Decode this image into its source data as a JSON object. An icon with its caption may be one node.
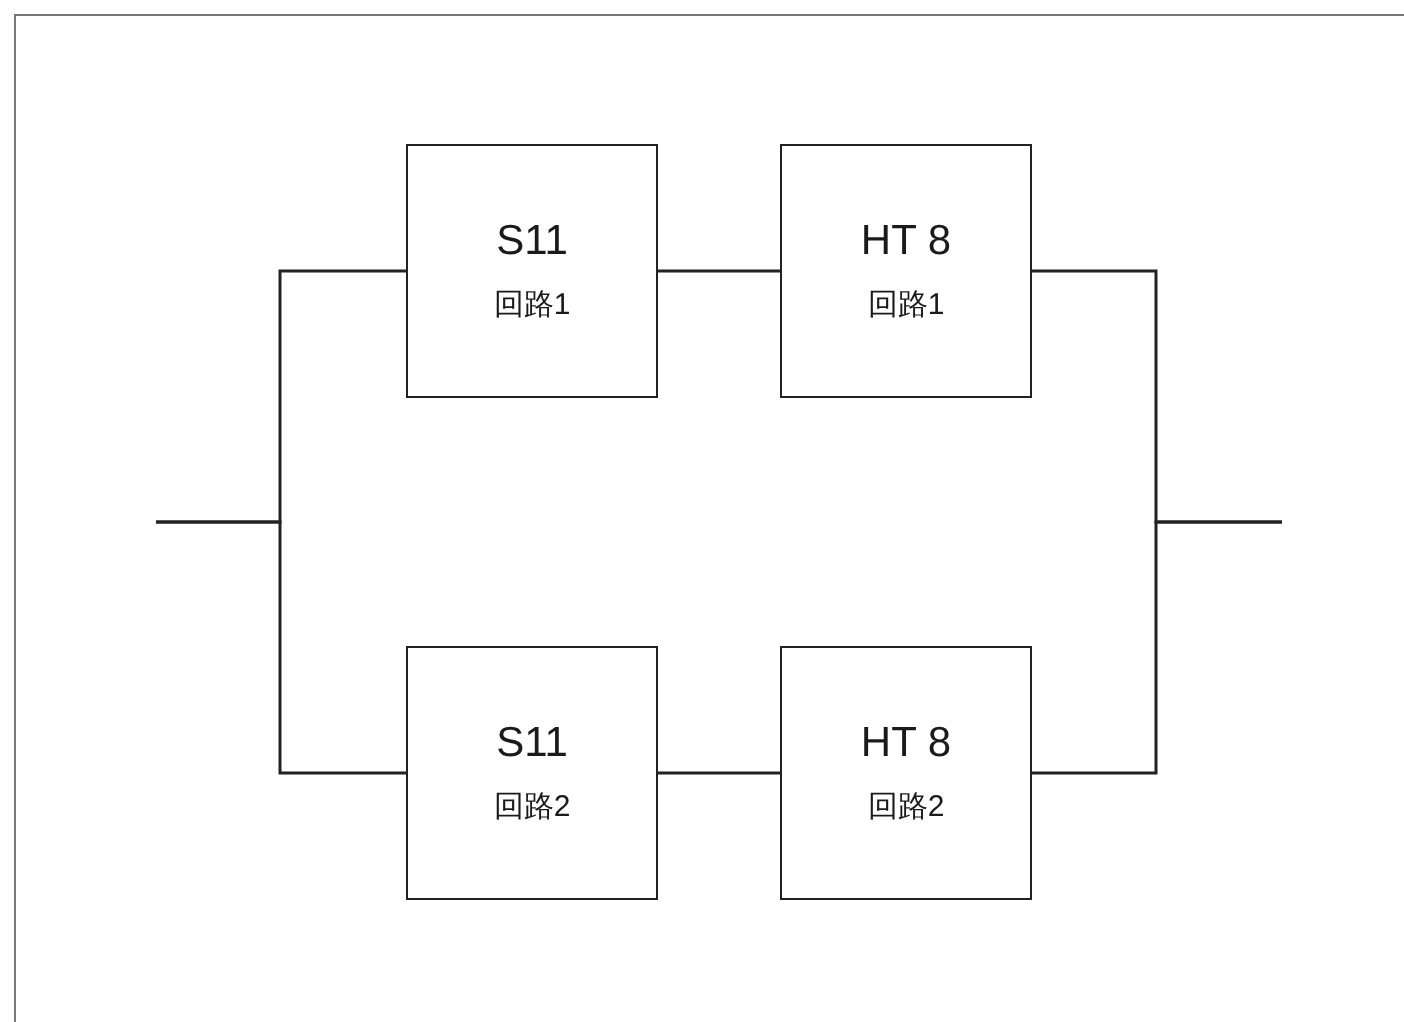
{
  "diagram": {
    "nodes": [
      {
        "text": [
          "S11",
          "回路1"
        ]
      },
      {
        "text": [
          "HT 8",
          "回路1"
        ]
      },
      {
        "text": [
          "S11",
          "回路2"
        ]
      },
      {
        "text": [
          "HT 8",
          "回路2"
        ]
      }
    ],
    "edges": [
      {
        "from": null,
        "to": 0,
        "arrow": "none"
      },
      {
        "from": null,
        "to": 2,
        "arrow": "none"
      },
      {
        "from": 0,
        "to": 1,
        "arrow": "none"
      },
      {
        "from": 2,
        "to": 3,
        "arrow": "none"
      },
      {
        "from": 1,
        "to": null,
        "arrow": "none"
      },
      {
        "from": 3,
        "to": null,
        "arrow": "none"
      }
    ]
  }
}
